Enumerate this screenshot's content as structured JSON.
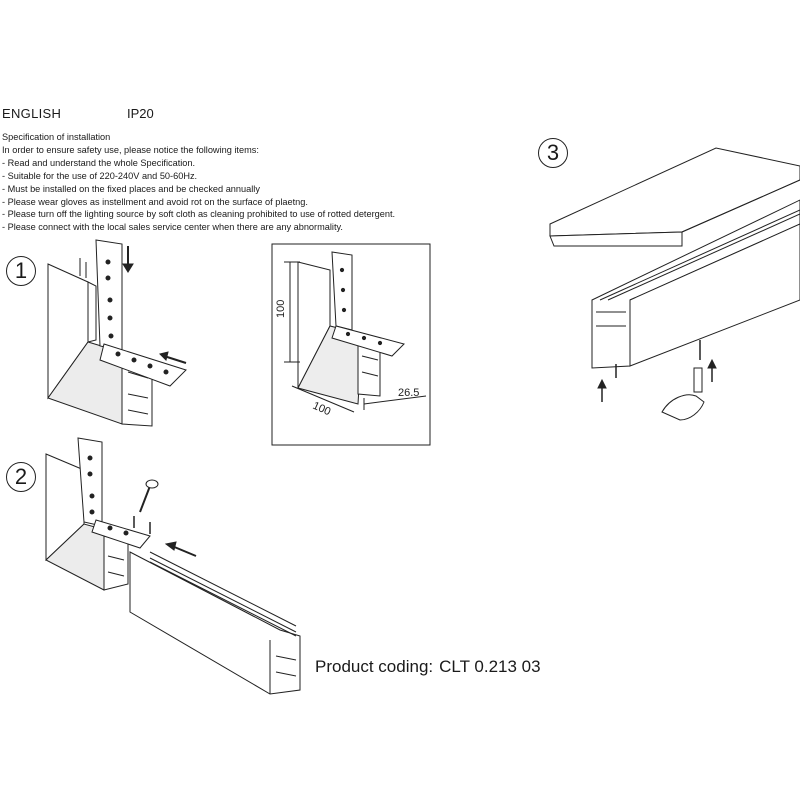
{
  "header": {
    "language": "ENGLISH",
    "ip_rating": "IP20"
  },
  "specification": {
    "lines": [
      "Specification of installation",
      "In order to ensure safety use, please notice the following items:",
      "- Read and understand the whole Specification.",
      "- Suitable for the use of 220-240V and 50-60Hz.",
      "- Must be installed on the fixed places and be checked annually",
      "- Please wear gloves as instellment and avoid rot on the surface of plaetng.",
      "- Please turn off the lighting source by soft cloth as cleaning prohibited to use of rotted detergent.",
      "- Please connect with the local sales service center when there are any abnormality."
    ]
  },
  "steps": [
    {
      "number": "1"
    },
    {
      "number": "2"
    },
    {
      "number": "3"
    }
  ],
  "dimensions": {
    "height": "100",
    "width": "100",
    "offset": "26.5"
  },
  "product": {
    "label": "Product coding:",
    "code": "CLT 0.213 03"
  }
}
